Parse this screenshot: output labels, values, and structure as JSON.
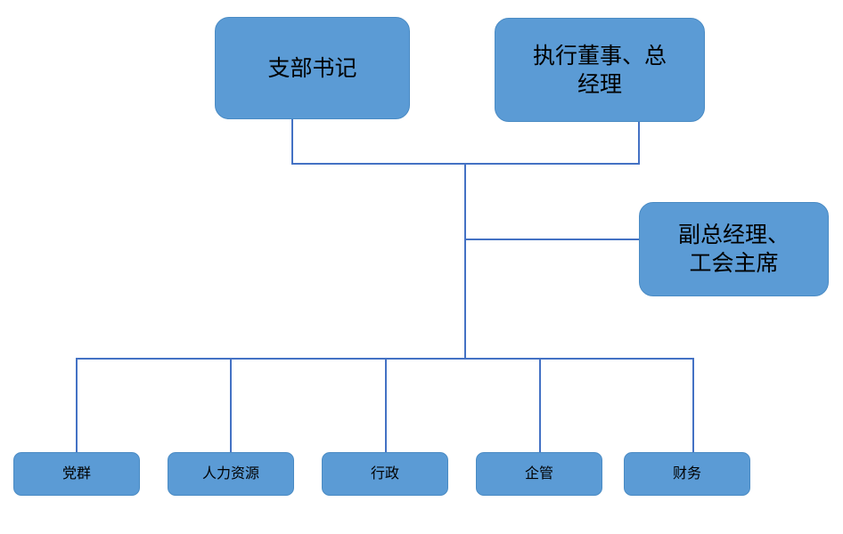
{
  "chart": {
    "type": "org-chart",
    "title": "",
    "theme": {
      "node_fill": "#5B9BD5",
      "node_border": "#4A8BC4",
      "connector": "#4472C4",
      "text": "#000000",
      "background": "#FFFFFF"
    },
    "nodes": {
      "party_secretary": {
        "label": "支部书记",
        "level": "top"
      },
      "executive_director_gm": {
        "label": "执行董事、总\n经理",
        "level": "top"
      },
      "deputy_gm_union_chair": {
        "label": "副总经理、\n工会主席",
        "level": "second"
      },
      "departments": [
        {
          "label": "党群"
        },
        {
          "label": "人力资源"
        },
        {
          "label": "行政"
        },
        {
          "label": "企管"
        },
        {
          "label": "财务"
        }
      ]
    }
  }
}
